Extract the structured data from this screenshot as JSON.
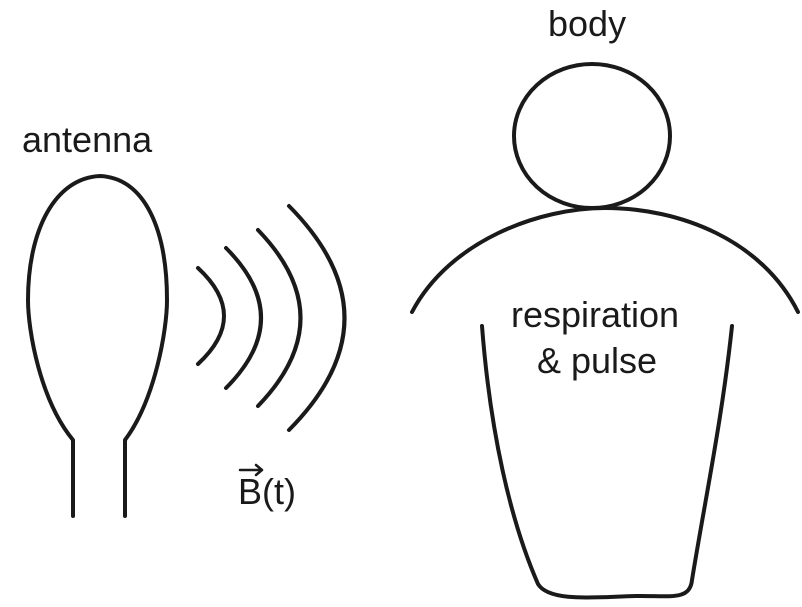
{
  "labels": {
    "antenna": "antenna",
    "body": "body",
    "respiration": "respiration",
    "pulse": "& pulse",
    "field_symbol": "B",
    "field_arg": "(t)"
  },
  "colors": {
    "ink": "#1a1a1a",
    "background": "#ffffff"
  },
  "icons": {
    "field_arrow": "vector-arrow"
  }
}
